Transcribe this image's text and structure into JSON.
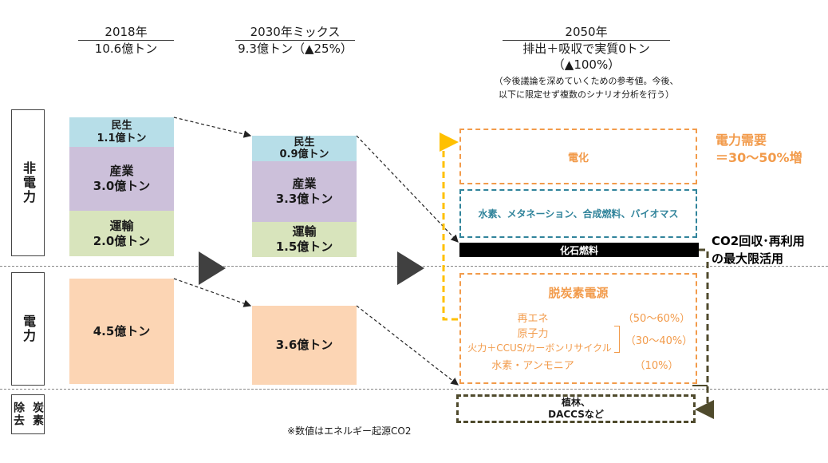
{
  "columns": {
    "y2018": {
      "year": "2018年",
      "total": "10.6億トン"
    },
    "y2030": {
      "year": "2030年ミックス",
      "total": "9.3億トン（▲25%）"
    },
    "y2050": {
      "year": "2050年",
      "total_line1": "排出＋吸収で実質0トン",
      "total_line2": "（▲100%）",
      "note_line1": "（今後議論を深めていくための参考値。今後、",
      "note_line2": "以下に限定せず複数のシナリオ分析を行う）"
    }
  },
  "side_labels": {
    "non_power": "非電力",
    "power": "電力",
    "removal_a": "炭素",
    "removal_b": "除去"
  },
  "bars_2018": {
    "minsei_name": "民生",
    "minsei_value": "1.1億トン",
    "sangyo_name": "産業",
    "sangyo_value": "3.0億トン",
    "unyu_name": "運輸",
    "unyu_value": "2.0億トン",
    "power_value": "4.5億トン"
  },
  "bars_2030": {
    "minsei_name": "民生",
    "minsei_value": "0.9億トン",
    "sangyo_name": "産業",
    "sangyo_value": "3.3億トン",
    "unyu_name": "運輸",
    "unyu_value": "1.5億トン",
    "power_value": "3.6億トン"
  },
  "boxes_2050": {
    "electrification": "電化",
    "hydrogen": "水素、メタネーション、合成燃料、バイオマス",
    "fossil": "化石燃料",
    "decarb_title": "脱炭素電源",
    "renewable": "再エネ",
    "renewable_share": "（50〜60%）",
    "nuclear": "原子力",
    "thermal": "火力＋CCUS/カーボンリサイクル",
    "nuclear_thermal_share": "（30〜40%）",
    "ammonia": "水素・アンモニア",
    "ammonia_share": "（10%）",
    "removal_line1": "植林、",
    "removal_line2": "DACCSなど"
  },
  "annotations": {
    "power_demand_line1": "電力需要",
    "power_demand_line2": "＝30〜50%増",
    "co2_line1": "CO2回収･再利用",
    "co2_line2": "の最大限活用",
    "footnote": "※数値はエネルギー起源CO2"
  },
  "colors": {
    "minsei": "#b7dee8",
    "sangyo": "#ccc0da",
    "unyu": "#d8e4bc",
    "power": "#fcd5b4",
    "orange": "#f29b4b",
    "teal": "#31849b",
    "gold": "#ffc000",
    "olive": "#4f4a2c"
  }
}
